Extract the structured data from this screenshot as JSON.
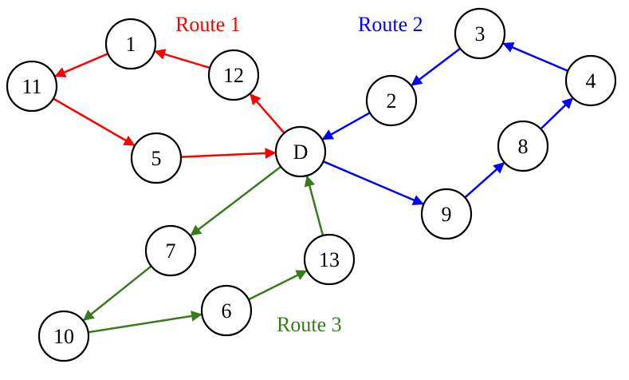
{
  "nodes": [
    {
      "id": "1",
      "label": "1"
    },
    {
      "id": "11",
      "label": "11"
    },
    {
      "id": "12",
      "label": "12"
    },
    {
      "id": "5",
      "label": "5"
    },
    {
      "id": "D",
      "label": "D"
    },
    {
      "id": "3",
      "label": "3"
    },
    {
      "id": "4",
      "label": "4"
    },
    {
      "id": "2",
      "label": "2"
    },
    {
      "id": "8",
      "label": "8"
    },
    {
      "id": "9",
      "label": "9"
    },
    {
      "id": "7",
      "label": "7"
    },
    {
      "id": "13",
      "label": "13"
    },
    {
      "id": "6",
      "label": "6"
    },
    {
      "id": "10",
      "label": "10"
    }
  ],
  "routes": [
    {
      "id": "route1",
      "label": "Route 1",
      "color": "#ff0000",
      "edges": [
        [
          "D",
          "12"
        ],
        [
          "12",
          "1"
        ],
        [
          "1",
          "11"
        ],
        [
          "11",
          "5"
        ],
        [
          "5",
          "D"
        ]
      ]
    },
    {
      "id": "route2",
      "label": "Route 2",
      "color": "#0000ff",
      "edges": [
        [
          "D",
          "9"
        ],
        [
          "9",
          "8"
        ],
        [
          "8",
          "4"
        ],
        [
          "4",
          "3"
        ],
        [
          "3",
          "2"
        ],
        [
          "2",
          "D"
        ]
      ]
    },
    {
      "id": "route3",
      "label": "Route 3",
      "color": "#3a7a1f",
      "edges": [
        [
          "D",
          "7"
        ],
        [
          "7",
          "10"
        ],
        [
          "10",
          "6"
        ],
        [
          "6",
          "13"
        ],
        [
          "13",
          "D"
        ]
      ]
    }
  ]
}
